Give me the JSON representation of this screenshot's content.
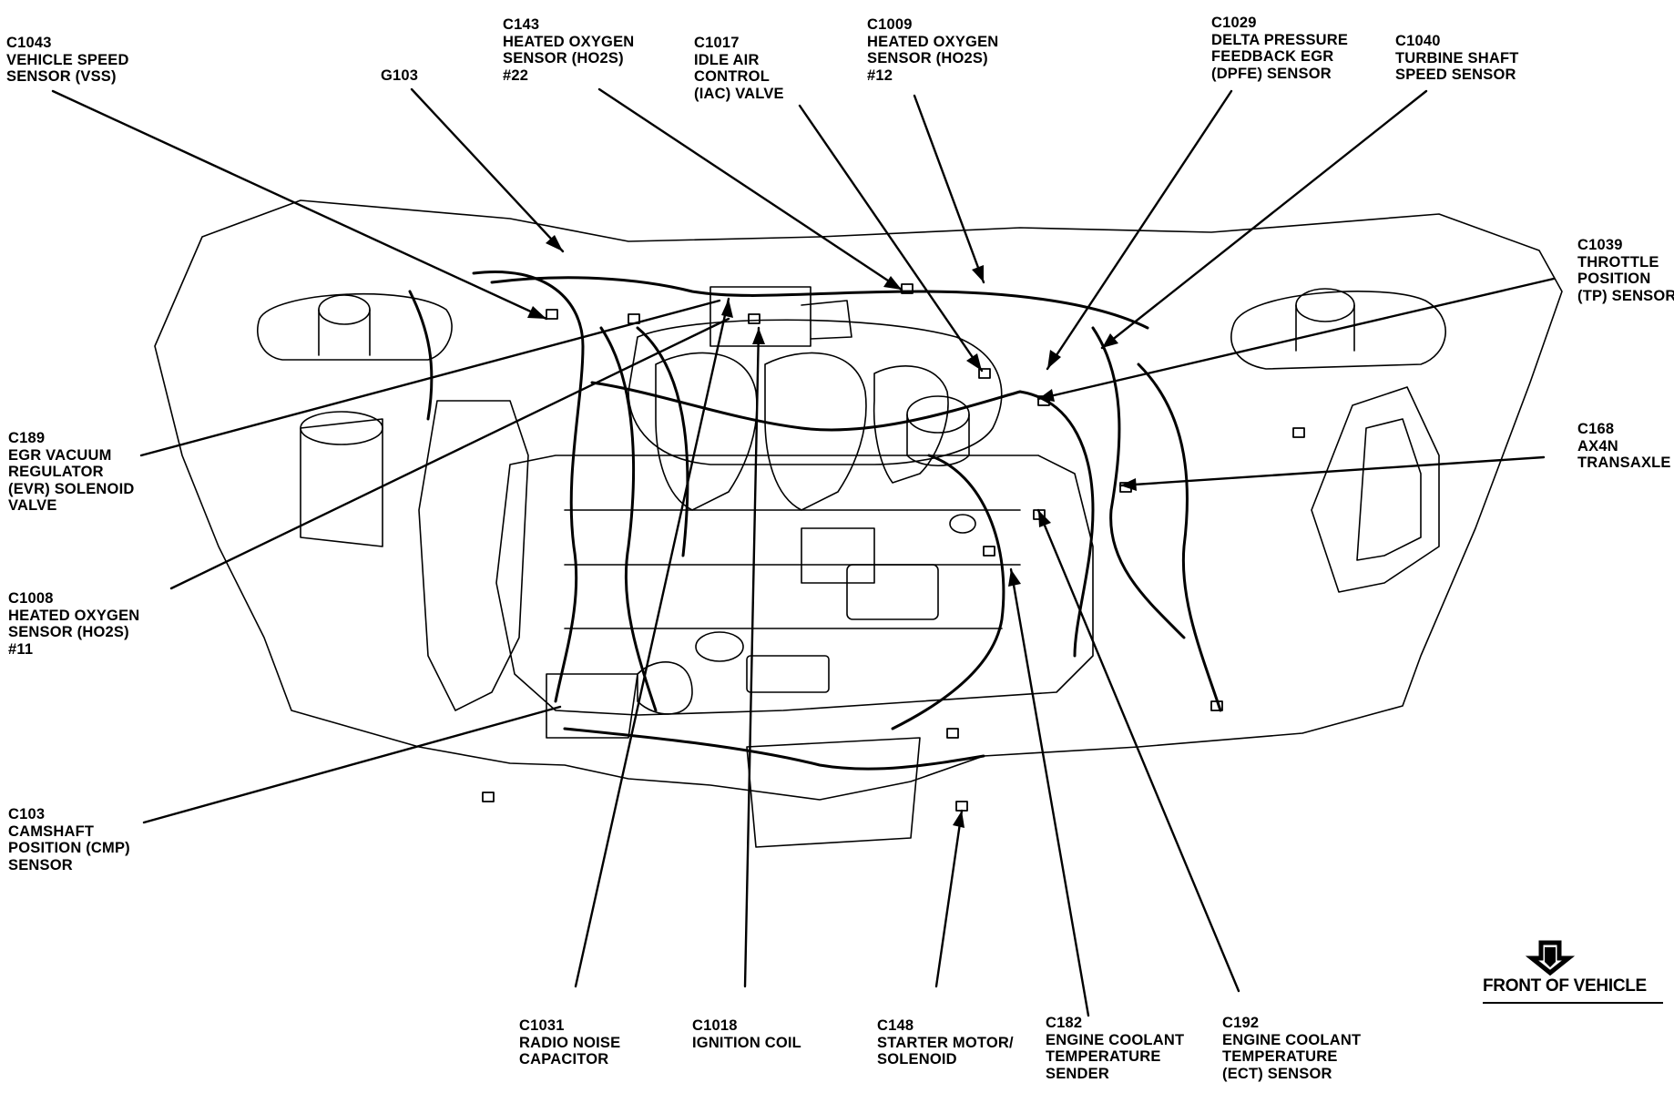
{
  "labels": {
    "c1043": [
      "C1043",
      "VEHICLE SPEED",
      "SENSOR (VSS)"
    ],
    "g103": [
      "G103"
    ],
    "c143": [
      "C143",
      "HEATED  OXYGEN",
      "SENSOR (HO2S)",
      "#22"
    ],
    "c1017": [
      "C1017",
      "IDLE AIR",
      "CONTROL",
      "(IAC) VALVE"
    ],
    "c1009": [
      "C1009",
      "HEATED  OXYGEN",
      "SENSOR (HO2S)",
      "#12"
    ],
    "c1029": [
      "C1029",
      "DELTA PRESSURE",
      "FEEDBACK EGR",
      "(DPFE) SENSOR"
    ],
    "c1040": [
      "C1040",
      "TURBINE SHAFT",
      "SPEED SENSOR"
    ],
    "c1039": [
      "C1039",
      "THROTTLE",
      "POSITION",
      "(TP) SENSOR"
    ],
    "c168": [
      "C168",
      "AX4N",
      "TRANSAXLE"
    ],
    "c189": [
      "C189",
      "EGR VACUUM",
      "REGULATOR",
      "(EVR) SOLENOID",
      "VALVE"
    ],
    "c1008": [
      "C1008",
      "HEATED OXYGEN",
      "SENSOR (HO2S)",
      "#11"
    ],
    "c103": [
      "C103",
      "CAMSHAFT",
      "POSITION (CMP)",
      "SENSOR"
    ],
    "c1031": [
      "C1031",
      "RADIO NOISE",
      "CAPACITOR"
    ],
    "c1018": [
      "C1018",
      "IGNITION COIL"
    ],
    "c148": [
      "C148",
      "STARTER MOTOR/",
      "SOLENOID"
    ],
    "c182": [
      "C182",
      "ENGINE COOLANT",
      "TEMPERATURE",
      "SENDER"
    ],
    "c192": [
      "C192",
      "ENGINE COOLANT",
      "TEMPERATURE",
      "(ECT) SENSOR"
    ]
  },
  "front_of_vehicle": "FRONT OF VEHICLE",
  "colors": {
    "ink": "#000000",
    "paper": "#ffffff"
  }
}
